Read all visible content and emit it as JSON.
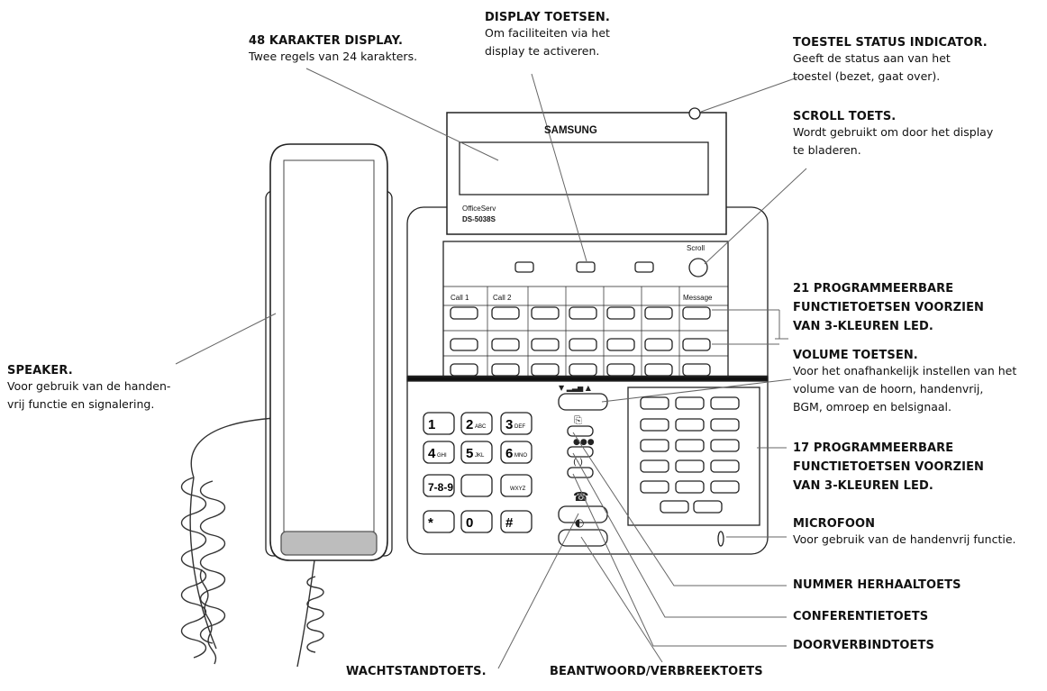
{
  "phone": {
    "brand": "SAMSUNG",
    "model_line1": "OfficeServ",
    "model_line2": "DS-5038S",
    "scroll_label": "Scroll",
    "key_call1": "Call 1",
    "key_call2": "Call 2",
    "key_message": "Message",
    "dialpad": [
      {
        "digit": "1",
        "letters": ""
      },
      {
        "digit": "2",
        "letters": "ABC"
      },
      {
        "digit": "3",
        "letters": "DEF"
      },
      {
        "digit": "4",
        "letters": "GHI"
      },
      {
        "digit": "5",
        "letters": "JKL"
      },
      {
        "digit": "6",
        "letters": "MNO"
      },
      {
        "digit": "7-8-9",
        "letters": ""
      },
      {
        "digit": "",
        "letters": ""
      },
      {
        "digit": "",
        "letters": "WXYZ"
      },
      {
        "digit": "*",
        "letters": ""
      },
      {
        "digit": "0",
        "letters": ""
      },
      {
        "digit": "#",
        "letters": ""
      }
    ]
  },
  "callouts": {
    "display_keys": {
      "title": "DISPLAY TOETSEN.",
      "desc": [
        "Om faciliteiten via het",
        "display te activeren."
      ]
    },
    "char_display": {
      "title": "48 KARAKTER DISPLAY.",
      "desc": [
        "Twee regels van 24 karakters."
      ]
    },
    "status_indicator": {
      "title": "TOESTEL STATUS INDICATOR.",
      "desc": [
        "Geeft de status aan van het",
        "toestel (bezet, gaat over)."
      ]
    },
    "scroll_key": {
      "title": "SCROLL TOETS.",
      "desc": [
        "Wordt gebruikt om door het display",
        "te bladeren."
      ]
    },
    "prog_keys_21": {
      "title": [
        "21 PROGRAMMEERBARE",
        "FUNCTIETOETSEN VOORZIEN",
        "VAN 3-KLEUREN LED."
      ]
    },
    "volume_keys": {
      "title": "VOLUME TOETSEN.",
      "desc": [
        "Voor het onafhankelijk instellen van het",
        "volume van de hoorn, handenvrij,",
        "BGM, omroep en belsignaal."
      ]
    },
    "prog_keys_17": {
      "title": [
        "17 PROGRAMMEERBARE",
        "FUNCTIETOETSEN VOORZIEN",
        "VAN 3-KLEUREN LED."
      ]
    },
    "microphone": {
      "title": "MICROFOON",
      "desc": [
        "Voor gebruik van de handenvrij functie."
      ]
    },
    "speaker": {
      "title": "SPEAKER.",
      "desc": [
        "Voor gebruik van de handen-",
        "vrij functie en signalering."
      ]
    },
    "redial": {
      "title": "NUMMER HERHAALTOETS"
    },
    "conference": {
      "title": "CONFERENTIETOETS"
    },
    "transfer": {
      "title": "DOORVERBINDTOETS"
    },
    "hold": {
      "title": "WACHTSTANDTOETS."
    },
    "answer_release": {
      "title": "BEANTWOORD/VERBREEKTOETS"
    }
  }
}
